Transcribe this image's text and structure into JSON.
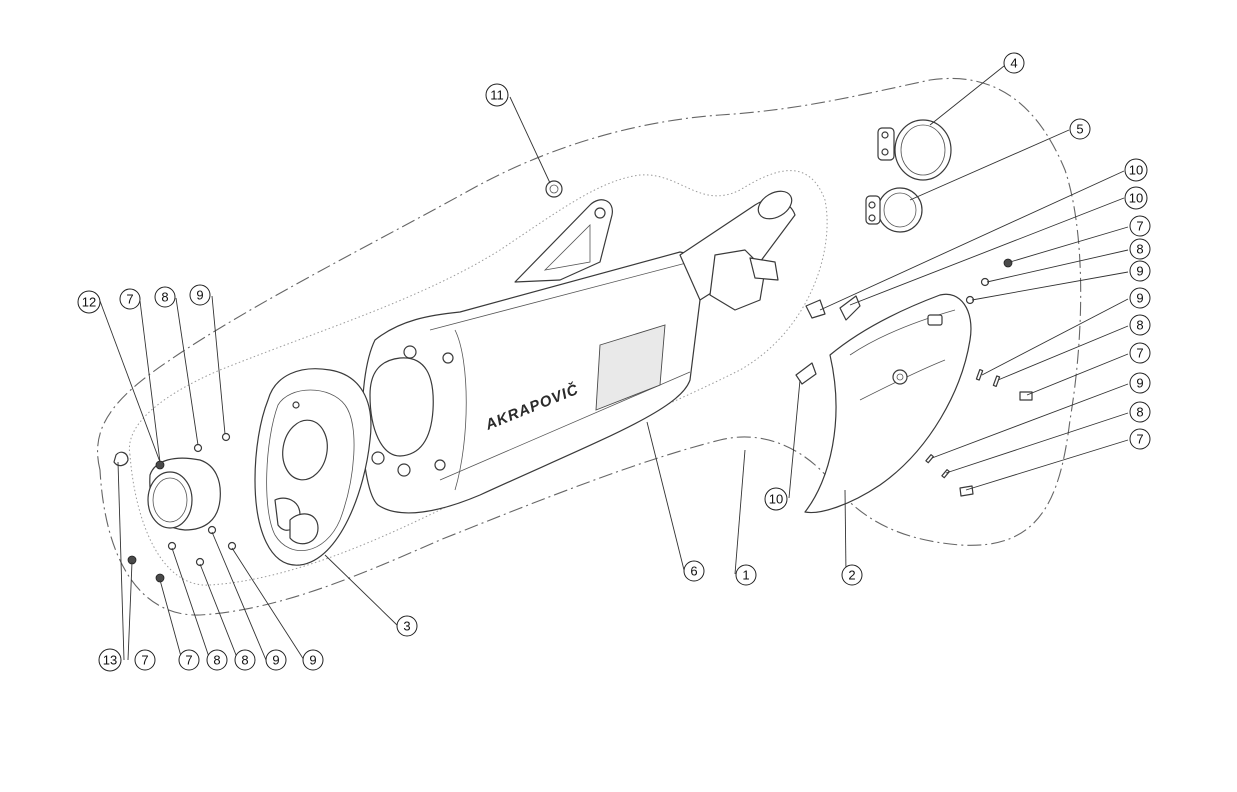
{
  "diagram": {
    "brand_logo_text": "AKRAPOVIČ",
    "callouts": [
      {
        "id": "c-4",
        "label": "4"
      },
      {
        "id": "c-5",
        "label": "5"
      },
      {
        "id": "c-11",
        "label": "11"
      },
      {
        "id": "c-10a",
        "label": "10"
      },
      {
        "id": "c-10b",
        "label": "10"
      },
      {
        "id": "c-7a",
        "label": "7"
      },
      {
        "id": "c-8a",
        "label": "8"
      },
      {
        "id": "c-9a",
        "label": "9"
      },
      {
        "id": "c-9b",
        "label": "9"
      },
      {
        "id": "c-8b",
        "label": "8"
      },
      {
        "id": "c-7b",
        "label": "7"
      },
      {
        "id": "c-9c",
        "label": "9"
      },
      {
        "id": "c-8c",
        "label": "8"
      },
      {
        "id": "c-7c",
        "label": "7"
      },
      {
        "id": "c-12",
        "label": "12"
      },
      {
        "id": "c-7d",
        "label": "7"
      },
      {
        "id": "c-8d",
        "label": "8"
      },
      {
        "id": "c-9d",
        "label": "9"
      },
      {
        "id": "c-3",
        "label": "3"
      },
      {
        "id": "c-6",
        "label": "6"
      },
      {
        "id": "c-1",
        "label": "1"
      },
      {
        "id": "c-2",
        "label": "2"
      },
      {
        "id": "c-10c",
        "label": "10"
      },
      {
        "id": "c-13",
        "label": "13"
      },
      {
        "id": "c-7e",
        "label": "7"
      },
      {
        "id": "c-7f",
        "label": "7"
      },
      {
        "id": "c-8e",
        "label": "8"
      },
      {
        "id": "c-8f",
        "label": "8"
      },
      {
        "id": "c-9e",
        "label": "9"
      },
      {
        "id": "c-9f",
        "label": "9"
      }
    ]
  }
}
